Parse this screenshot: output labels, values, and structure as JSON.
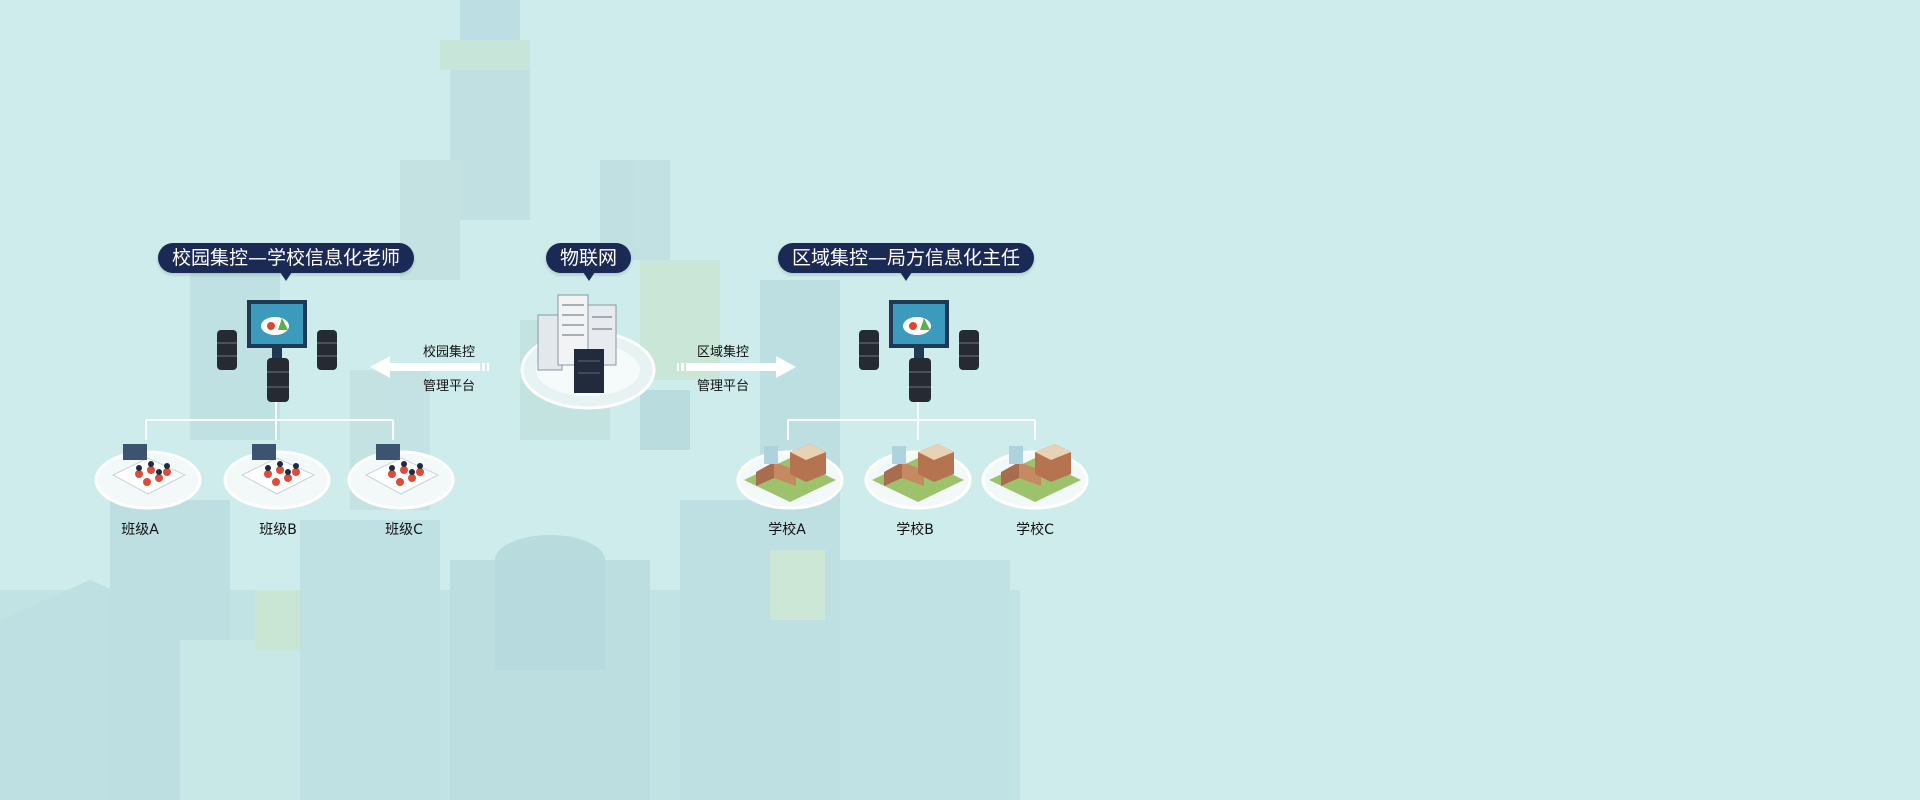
{
  "callouts": {
    "campus": "校园集控—学校信息化老师",
    "iot": "物联网",
    "region": "区域集控—局方信息化主任"
  },
  "arrows": {
    "left": {
      "line1": "校园集控",
      "line2": "管理平台"
    },
    "right": {
      "line1": "区域集控",
      "line2": "管理平台"
    }
  },
  "classes": [
    "班级A",
    "班级B",
    "班级C"
  ],
  "schools": [
    "学校A",
    "学校B",
    "学校C"
  ],
  "icons": {
    "server": "server-tower-icon",
    "monitor": "monitor-cloud-icon",
    "database": "database-icon",
    "classroom": "classroom-icon",
    "school": "school-building-icon"
  },
  "colors": {
    "background": "#cdeceb",
    "callout": "#1b2a54",
    "arrow": "#ffffff"
  }
}
